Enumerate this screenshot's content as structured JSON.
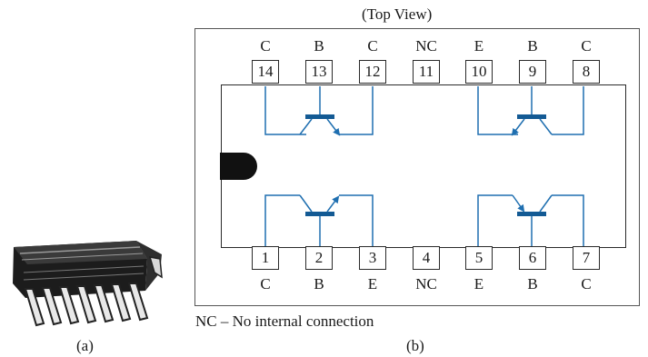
{
  "figure": {
    "view_title": "(Top View)",
    "caption_a": "(a)",
    "caption_b": "(b)",
    "footnote": "NC – No internal connection"
  },
  "top_pins": [
    {
      "number": "14",
      "function": "C"
    },
    {
      "number": "13",
      "function": "B"
    },
    {
      "number": "12",
      "function": "C"
    },
    {
      "number": "11",
      "function": "NC"
    },
    {
      "number": "10",
      "function": "E"
    },
    {
      "number": "9",
      "function": "B"
    },
    {
      "number": "8",
      "function": "C"
    }
  ],
  "bottom_pins": [
    {
      "number": "1",
      "function": "C"
    },
    {
      "number": "2",
      "function": "B"
    },
    {
      "number": "3",
      "function": "E"
    },
    {
      "number": "4",
      "function": "NC"
    },
    {
      "number": "5",
      "function": "E"
    },
    {
      "number": "6",
      "function": "B"
    },
    {
      "number": "7",
      "function": "C"
    }
  ],
  "colors": {
    "circuit": "#1f6fb0",
    "base_bar": "#135a94",
    "package": "#1a1a1a"
  },
  "icons": [
    "dip-package-icon",
    "pin1-notch-icon",
    "transistor-symbol-icon"
  ]
}
